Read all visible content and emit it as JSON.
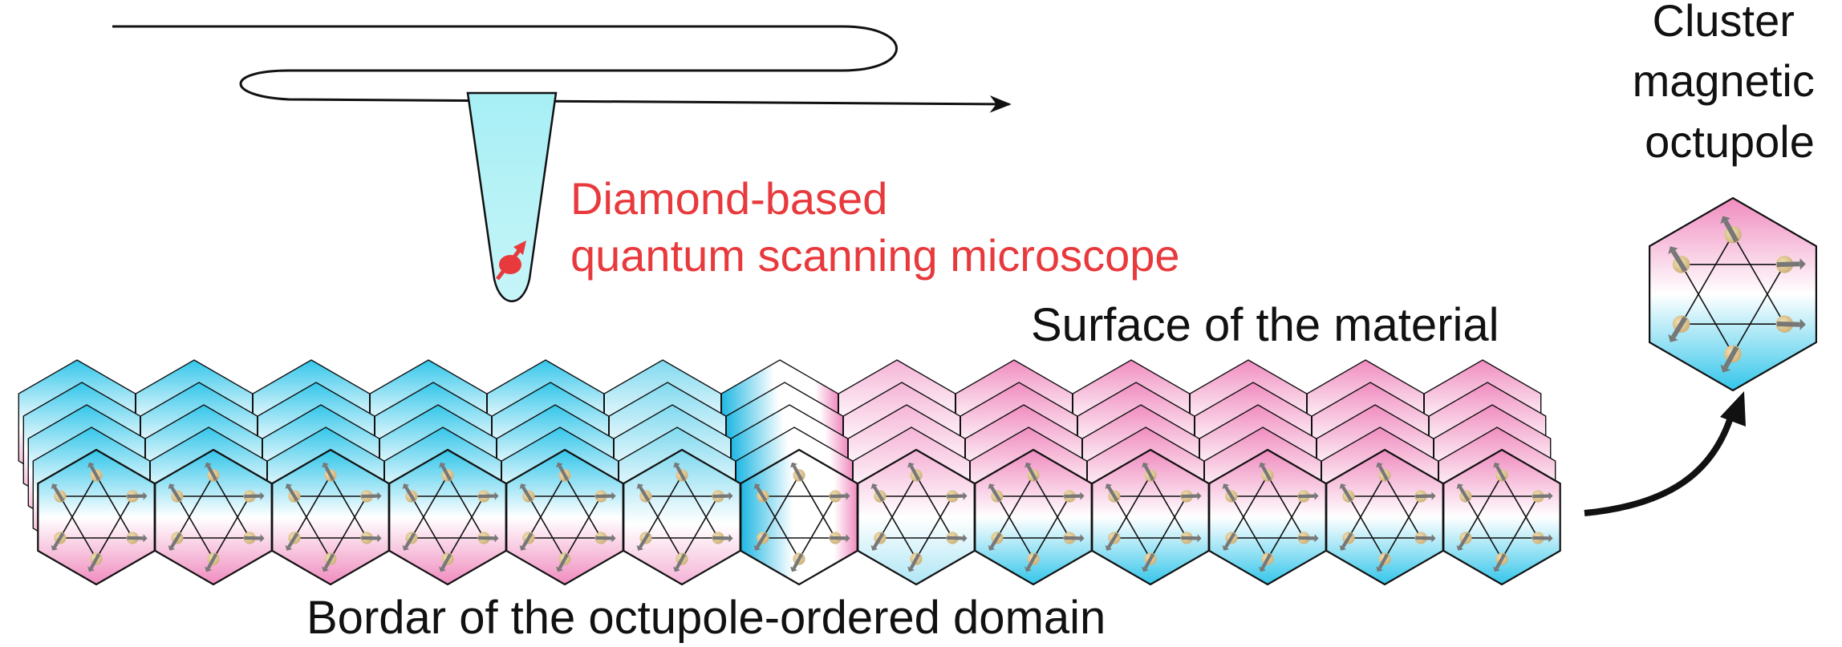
{
  "labels": {
    "probe": [
      "Diamond-based",
      "quantum scanning microscope"
    ],
    "surface": "Surface of the material",
    "border": "Bordar of the octupole-ordered domain",
    "inset": [
      "Cluster",
      "magnetic",
      "octupole"
    ]
  },
  "colors": {
    "pink": "#f08cbf",
    "cyan": "#34c6ea",
    "probe_tip": "#a6eff5",
    "spin_red": "#e8393c",
    "arrow_gray": "#777777",
    "ball_tan": "#e2cb94",
    "text_red": "#e8393c"
  },
  "lattice": {
    "columns": 13,
    "layers": 5,
    "column_patterns": [
      "pink-bottom",
      "pink-bottom",
      "pink-bottom",
      "pink-bottom",
      "pink-bottom",
      "pink-bottom-weak",
      "cyan-center",
      "pink-center-weak",
      "cyan-bottom",
      "cyan-bottom",
      "cyan-bottom",
      "cyan-bottom",
      "cyan-bottom"
    ],
    "icon": "hexagram-cluster-icon"
  }
}
